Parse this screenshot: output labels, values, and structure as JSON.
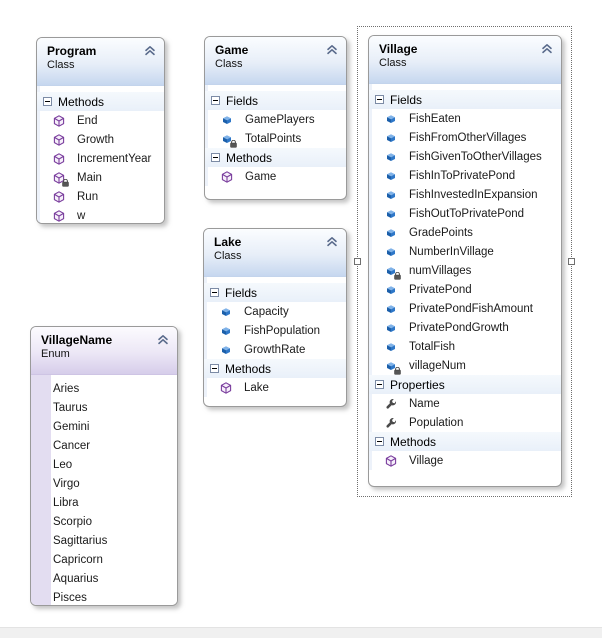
{
  "colors": {
    "class_header_top": "#FBFDFF",
    "class_header_bottom": "#C6D7EF",
    "enum_header_top": "#FCFBFE",
    "enum_header_bottom": "#D6CDEA",
    "enum_left_strip": "#E3DDF1",
    "field_icon_blue": "#1B5FAA",
    "method_icon_purple": "#7A3E9D",
    "property_icon_gray": "#4a4a4a",
    "box_border": "#9a9a9a",
    "selection_border": "#6f6f6f"
  },
  "boxes": {
    "program": {
      "title": "Program",
      "kind": "Class",
      "collapse_icon": "chevron-double-up",
      "sections": [
        {
          "label": "Methods",
          "members": [
            {
              "name": "End",
              "icon": "method"
            },
            {
              "name": "Growth",
              "icon": "method"
            },
            {
              "name": "IncrementYear",
              "icon": "method"
            },
            {
              "name": "Main",
              "icon": "method",
              "lock": true
            },
            {
              "name": "Run",
              "icon": "method"
            },
            {
              "name": "w",
              "icon": "method"
            }
          ]
        }
      ]
    },
    "game": {
      "title": "Game",
      "kind": "Class",
      "collapse_icon": "chevron-double-up",
      "sections": [
        {
          "label": "Fields",
          "members": [
            {
              "name": "GamePlayers",
              "icon": "field"
            },
            {
              "name": "TotalPoints",
              "icon": "field",
              "lock": true
            }
          ]
        },
        {
          "label": "Methods",
          "members": [
            {
              "name": "Game",
              "icon": "method"
            }
          ]
        }
      ]
    },
    "lake": {
      "title": "Lake",
      "kind": "Class",
      "collapse_icon": "chevron-double-up",
      "sections": [
        {
          "label": "Fields",
          "members": [
            {
              "name": "Capacity",
              "icon": "field"
            },
            {
              "name": "FishPopulation",
              "icon": "field"
            },
            {
              "name": "GrowthRate",
              "icon": "field"
            }
          ]
        },
        {
          "label": "Methods",
          "members": [
            {
              "name": "Lake",
              "icon": "method"
            }
          ]
        }
      ]
    },
    "village": {
      "title": "Village",
      "kind": "Class",
      "selected": true,
      "collapse_icon": "chevron-double-up",
      "sections": [
        {
          "label": "Fields",
          "members": [
            {
              "name": "FishEaten",
              "icon": "field"
            },
            {
              "name": "FishFromOtherVillages",
              "icon": "field"
            },
            {
              "name": "FishGivenToOtherVillages",
              "icon": "field"
            },
            {
              "name": "FishInToPrivatePond",
              "icon": "field"
            },
            {
              "name": "FishInvestedInExpansion",
              "icon": "field"
            },
            {
              "name": "FishOutToPrivatePond",
              "icon": "field"
            },
            {
              "name": "GradePoints",
              "icon": "field"
            },
            {
              "name": "NumberInVillage",
              "icon": "field"
            },
            {
              "name": "numVillages",
              "icon": "field",
              "lock": true
            },
            {
              "name": "PrivatePond",
              "icon": "field"
            },
            {
              "name": "PrivatePondFishAmount",
              "icon": "field"
            },
            {
              "name": "PrivatePondGrowth",
              "icon": "field"
            },
            {
              "name": "TotalFish",
              "icon": "field"
            },
            {
              "name": "villageNum",
              "icon": "field",
              "lock": true
            }
          ]
        },
        {
          "label": "Properties",
          "members": [
            {
              "name": "Name",
              "icon": "property"
            },
            {
              "name": "Population",
              "icon": "property"
            }
          ]
        },
        {
          "label": "Methods",
          "members": [
            {
              "name": "Village",
              "icon": "method"
            }
          ]
        }
      ]
    },
    "villagename": {
      "title": "VillageName",
      "kind": "Enum",
      "collapse_icon": "chevron-double-up",
      "values": [
        "Aries",
        "Taurus",
        "Gemini",
        "Cancer",
        "Leo",
        "Virgo",
        "Libra",
        "Scorpio",
        "Sagittarius",
        "Capricorn",
        "Aquarius",
        "Pisces"
      ]
    }
  }
}
